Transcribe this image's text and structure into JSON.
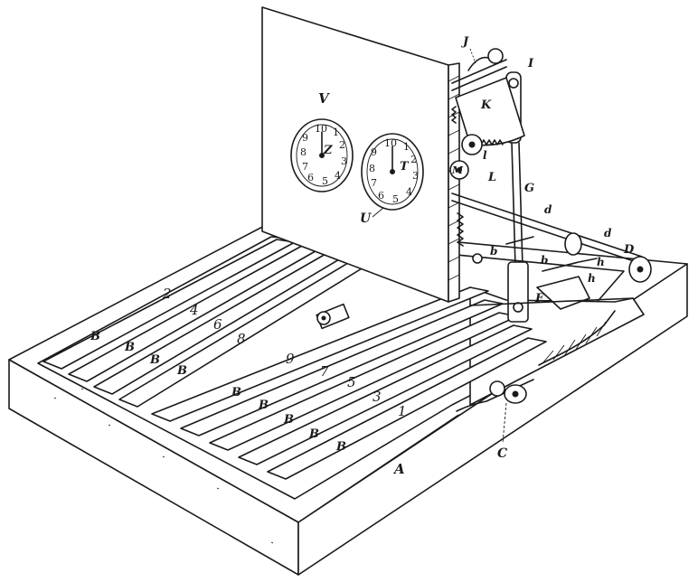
{
  "labels": {
    "base": "A",
    "key_letter": "B",
    "catch": "C",
    "shaft_end": "D",
    "lever": "F",
    "rod": "G",
    "top_arm": "I",
    "spring": "J",
    "sector": "K",
    "pinion": "L",
    "small_gear": "M",
    "dial_a": "T",
    "dial_b": "U",
    "board": "V",
    "dial_z": "Z",
    "b_lower": "b",
    "d_lower": "d",
    "h_lower": "h",
    "l_lower": "l"
  },
  "key_numbers": [
    "2",
    "4",
    "6",
    "8",
    "9",
    "7",
    "5",
    "3",
    "1"
  ],
  "dial_numbers": [
    "10",
    "1",
    "2",
    "3",
    "4",
    "5",
    "6",
    "7",
    "8",
    "9"
  ],
  "colors": {
    "ink": "#1a1a1a",
    "paper": "#ffffff"
  }
}
